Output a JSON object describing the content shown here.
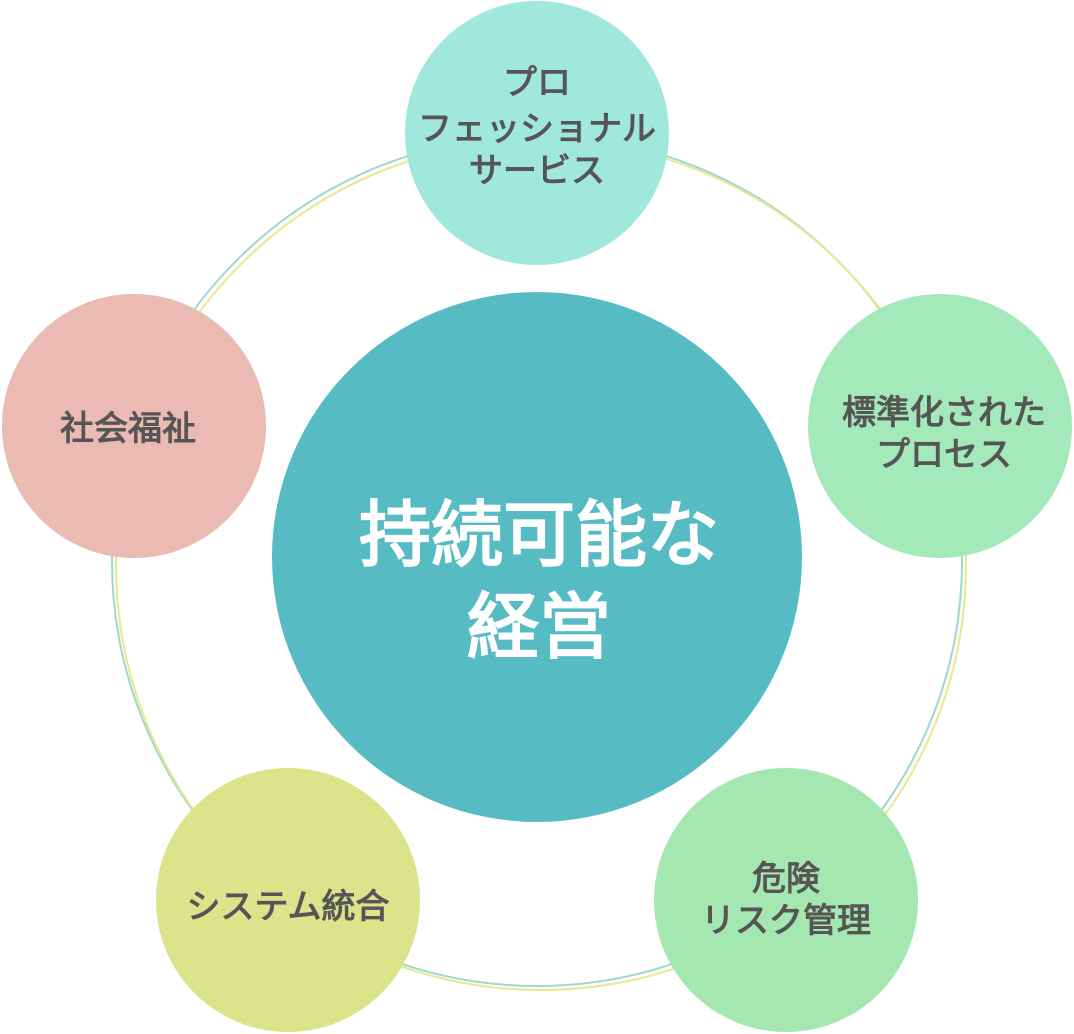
{
  "center": {
    "lines": [
      "持続可能な",
      "経営"
    ],
    "fill": "#56BBC3",
    "text_color": "#FFFFFF"
  },
  "nodes": [
    {
      "id": "professional-services",
      "lines": [
        "プロ",
        "フェッショナル",
        "サービス"
      ],
      "fill": "#A0E8DC"
    },
    {
      "id": "standardized-process",
      "lines": [
        "標準化された",
        "プロセス"
      ],
      "fill": "#A4E9BA"
    },
    {
      "id": "risk-management",
      "lines": [
        "危険",
        "リスク管理"
      ],
      "fill": "#A4E7B0"
    },
    {
      "id": "system-integration",
      "lines": [
        "システム統合"
      ],
      "fill": "#DBE48A"
    },
    {
      "id": "social-welfare",
      "lines": [
        "社会福祉"
      ],
      "fill": "#EBBAB2"
    }
  ],
  "node_text_color": "#555555",
  "ring_colors": [
    "#9AD9CF",
    "#E6E98C"
  ]
}
